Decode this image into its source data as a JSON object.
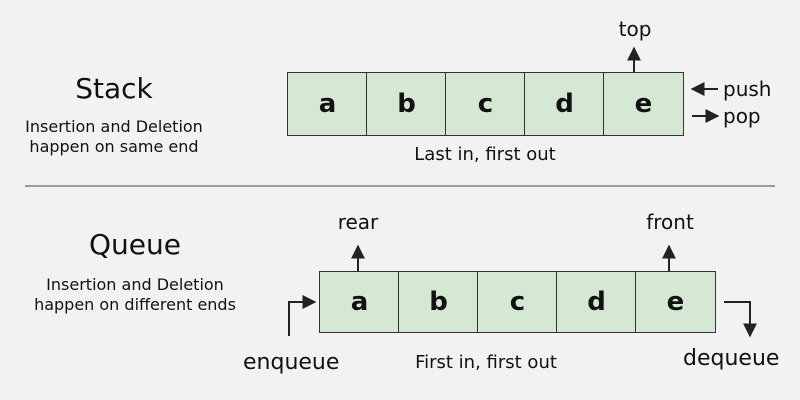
{
  "stack": {
    "title": "Stack",
    "desc_line1": "Insertion and Deletion",
    "desc_line2": "happen on same end",
    "cells": [
      "a",
      "b",
      "c",
      "d",
      "e"
    ],
    "top_label": "top",
    "push_label": "push",
    "pop_label": "pop",
    "caption": "Last in, first out"
  },
  "queue": {
    "title": "Queue",
    "desc_line1": "Insertion and Deletion",
    "desc_line2": "happen on different ends",
    "cells": [
      "a",
      "b",
      "c",
      "d",
      "e"
    ],
    "rear_label": "rear",
    "front_label": "front",
    "enqueue_label": "enqueue",
    "dequeue_label": "dequeue",
    "caption": "First in, first out"
  },
  "colors": {
    "cell_fill": "#d5e8d4",
    "line": "#222222",
    "background": "#f2f2f2"
  }
}
